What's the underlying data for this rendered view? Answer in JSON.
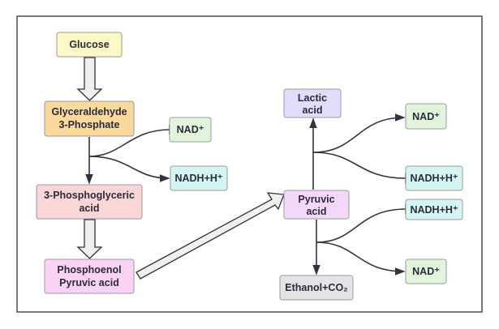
{
  "nodes": {
    "glucose": {
      "label": "Glucose",
      "color": "#fdf8c6"
    },
    "g3p": {
      "line1": "Glyceraldehyde",
      "line2": "3-Phosphate",
      "color": "#fbd89c"
    },
    "nad_left": {
      "label": "NAD⁺",
      "color": "#e3f4dc"
    },
    "nadh_left": {
      "label": "NADH+H⁺",
      "color": "#d5f5f3"
    },
    "pga": {
      "line1": "3-Phosphoglyceric",
      "line2": "acid",
      "color": "#fbd6d6"
    },
    "pep": {
      "line1": "Phosphoenol",
      "line2": "Pyruvic acid",
      "color": "#fad2f4"
    },
    "lactic": {
      "line1": "Lactic",
      "line2": "acid",
      "color": "#e1ddfb"
    },
    "nad_right_top": {
      "label": "NAD⁺",
      "color": "#e3f4dc"
    },
    "nadh_right_top": {
      "label": "NADH+H⁺",
      "color": "#d5f5f3"
    },
    "pyruvic": {
      "line1": "Pyruvic",
      "line2": "acid",
      "color": "#f3d8fa"
    },
    "nadh_right_bottom": {
      "label": "NADH+H⁺",
      "color": "#d5f5f3"
    },
    "nad_right_bottom": {
      "label": "NAD⁺",
      "color": "#e3f4dc"
    },
    "ethanol": {
      "label": "Ethanol+CO₂",
      "color": "#e2e4e8"
    }
  }
}
